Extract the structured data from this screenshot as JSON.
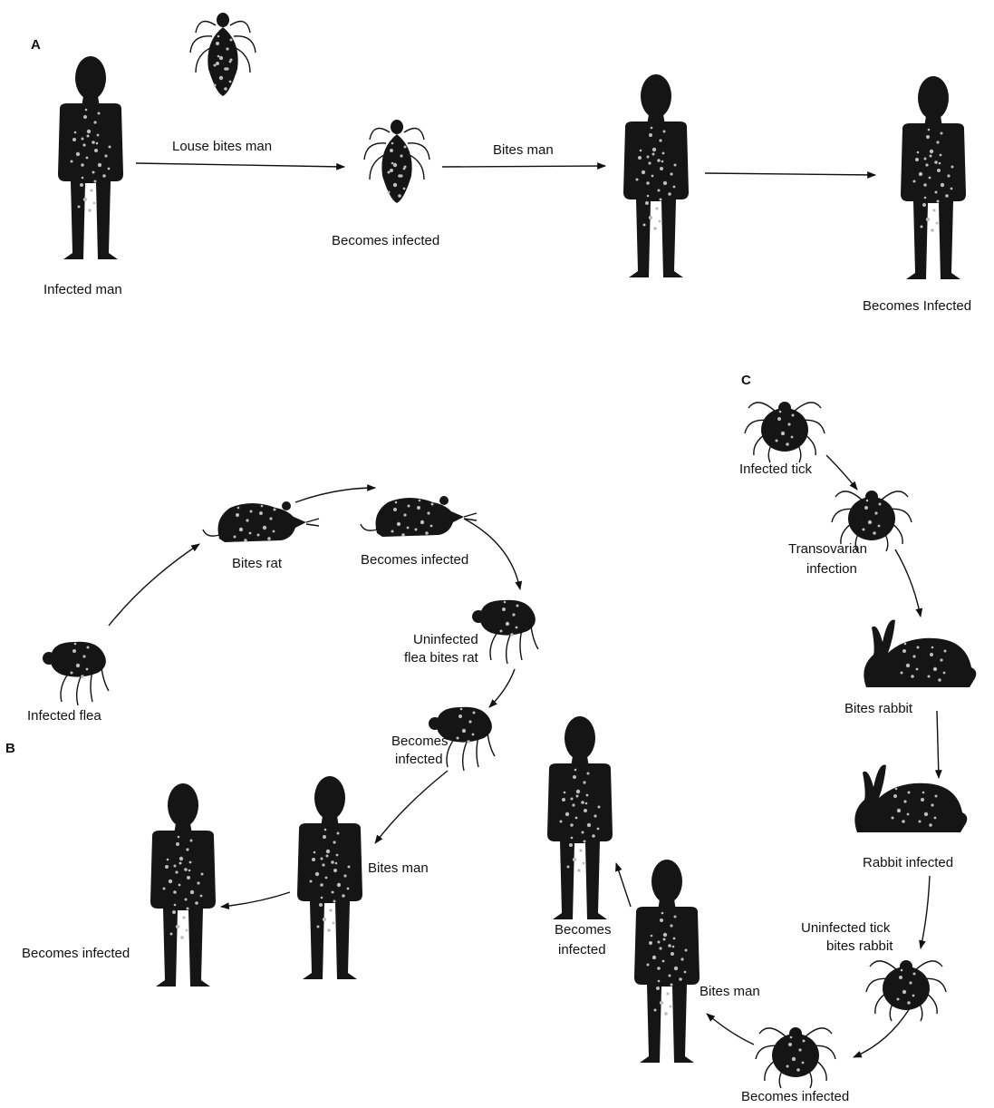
{
  "panels": {
    "a": "A",
    "b": "B",
    "c": "C"
  },
  "labels": {
    "louse_bites_man": "Louse bites man",
    "infected_man": "Infected man",
    "louse_becomes_infected": "Becomes infected",
    "bites_man_a": "Bites man",
    "man_becomes_infected_a": "Becomes Infected",
    "bites_rat": "Bites rat",
    "rat_becomes_infected": "Becomes infected",
    "uninfected_flea_1": "Uninfected",
    "uninfected_flea_2": "flea bites rat",
    "infected_flea": "Infected flea",
    "flea_becomes_1": "Becomes",
    "flea_becomes_2": "infected",
    "bites_man_b": "Bites man",
    "man_becomes_infected_b": "Becomes infected",
    "infected_tick": "Infected tick",
    "transovarian_1": "Transovarian",
    "transovarian_2": "infection",
    "bites_rabbit": "Bites rabbit",
    "rabbit_infected": "Rabbit infected",
    "uninfected_tick_1": "Uninfected tick",
    "uninfected_tick_2": "bites rabbit",
    "tick_becomes_infected": "Becomes infected",
    "bites_man_c": "Bites man",
    "man_becomes_1": "Becomes",
    "man_becomes_2": "infected"
  }
}
